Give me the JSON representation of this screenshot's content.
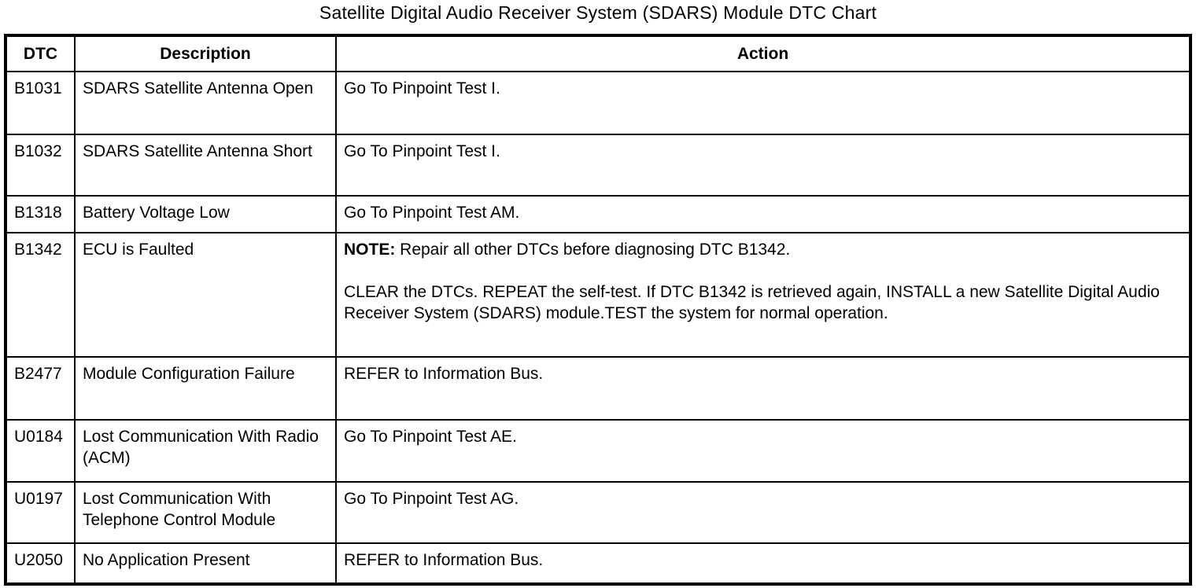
{
  "title": "Satellite Digital Audio Receiver System (SDARS) Module DTC Chart",
  "table": {
    "headers": [
      "DTC",
      "Description",
      "Action"
    ],
    "rows": [
      {
        "dtc": "B1031",
        "description": "SDARS Satellite Antenna Open",
        "action": [
          {
            "bold": "",
            "text": "Go To Pinpoint Test I."
          }
        ]
      },
      {
        "dtc": "B1032",
        "description": "SDARS Satellite Antenna Short",
        "action": [
          {
            "bold": "",
            "text": "Go To Pinpoint Test I."
          }
        ]
      },
      {
        "dtc": "B1318",
        "description": "Battery Voltage Low",
        "action": [
          {
            "bold": "",
            "text": "Go To Pinpoint Test AM."
          }
        ]
      },
      {
        "dtc": "B1342",
        "description": "ECU is Faulted",
        "action": [
          {
            "bold": "NOTE:",
            "text": " Repair all other DTCs before diagnosing DTC B1342."
          },
          {
            "bold": "",
            "text": "CLEAR the DTCs. REPEAT the self-test. If DTC B1342 is retrieved again, INSTALL a new Satellite Digital Audio Receiver System (SDARS) module.TEST the system for normal operation."
          }
        ]
      },
      {
        "dtc": "B2477",
        "description": "Module Configuration Failure",
        "action": [
          {
            "bold": "",
            "text": "REFER to Information Bus."
          }
        ]
      },
      {
        "dtc": "U0184",
        "description": "Lost Communication With Radio (ACM)",
        "action": [
          {
            "bold": "",
            "text": "Go To Pinpoint Test AE."
          }
        ]
      },
      {
        "dtc": "U0197",
        "description": "Lost Communication With Telephone Control Module",
        "action": [
          {
            "bold": "",
            "text": "Go To Pinpoint Test AG."
          }
        ]
      },
      {
        "dtc": "U2050",
        "description": "No Application Present",
        "action": [
          {
            "bold": "",
            "text": "REFER to Information Bus."
          }
        ]
      }
    ]
  }
}
